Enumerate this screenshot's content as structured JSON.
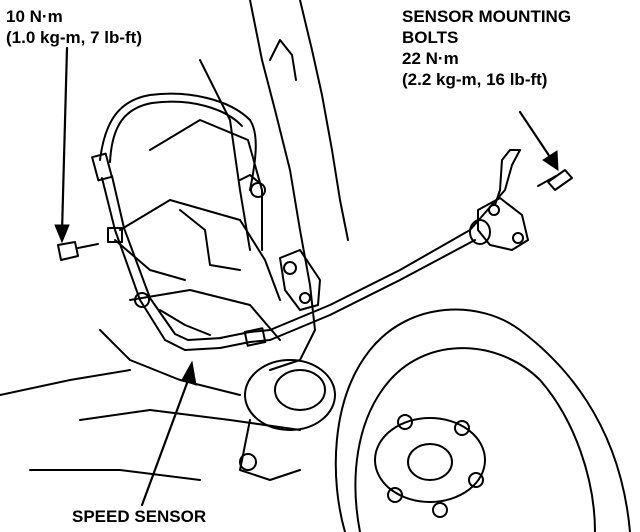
{
  "labels": {
    "bolt_torque": {
      "line1": "10 N·m",
      "line2": "(1.0 kg-m, 7 lb-ft)"
    },
    "sensor_bolts": {
      "line1": "SENSOR MOUNTING",
      "line2": "BOLTS",
      "line3": "22 N·m",
      "line4": "(2.2 kg-m, 16 lb-ft)"
    },
    "speed_sensor": "SPEED SENSOR"
  },
  "colors": {
    "ink": "#000000",
    "paper": "#ffffff"
  }
}
